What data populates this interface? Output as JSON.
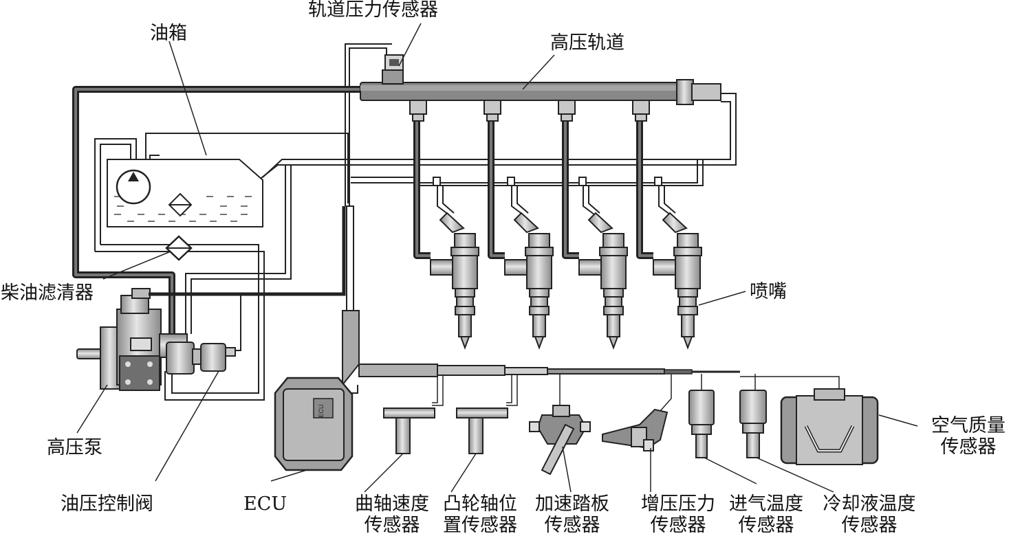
{
  "labels": {
    "rail_pressure_sensor": "轨道压力传感器",
    "fuel_tank": "油箱",
    "high_pressure_rail": "高压轨道",
    "diesel_filter": "柴油滤清器",
    "injector": "喷嘴",
    "high_pressure_pump": "高压泵",
    "pressure_control_valve": "油压控制阀",
    "ecu": "ECU",
    "crankshaft_speed_sensor_1": "曲轴速度",
    "crankshaft_speed_sensor_2": "传感器",
    "camshaft_position_sensor_1": "凸轮轴位",
    "camshaft_position_sensor_2": "置传感器",
    "accelerator_pedal_sensor_1": "加速踏板",
    "accelerator_pedal_sensor_2": "传感器",
    "boost_pressure_sensor_1": "增压压力",
    "boost_pressure_sensor_2": "传感器",
    "intake_temp_sensor_1": "进气温度",
    "intake_temp_sensor_2": "传感器",
    "coolant_temp_sensor_1": "冷却液温度",
    "coolant_temp_sensor_2": "传感器",
    "air_mass_sensor_1": "空气质量",
    "air_mass_sensor_2": "传感器"
  },
  "colors": {
    "component_fill": "#c9c9c9",
    "component_dark": "#8d8d8d",
    "line": "#222222",
    "background": "#ffffff"
  }
}
